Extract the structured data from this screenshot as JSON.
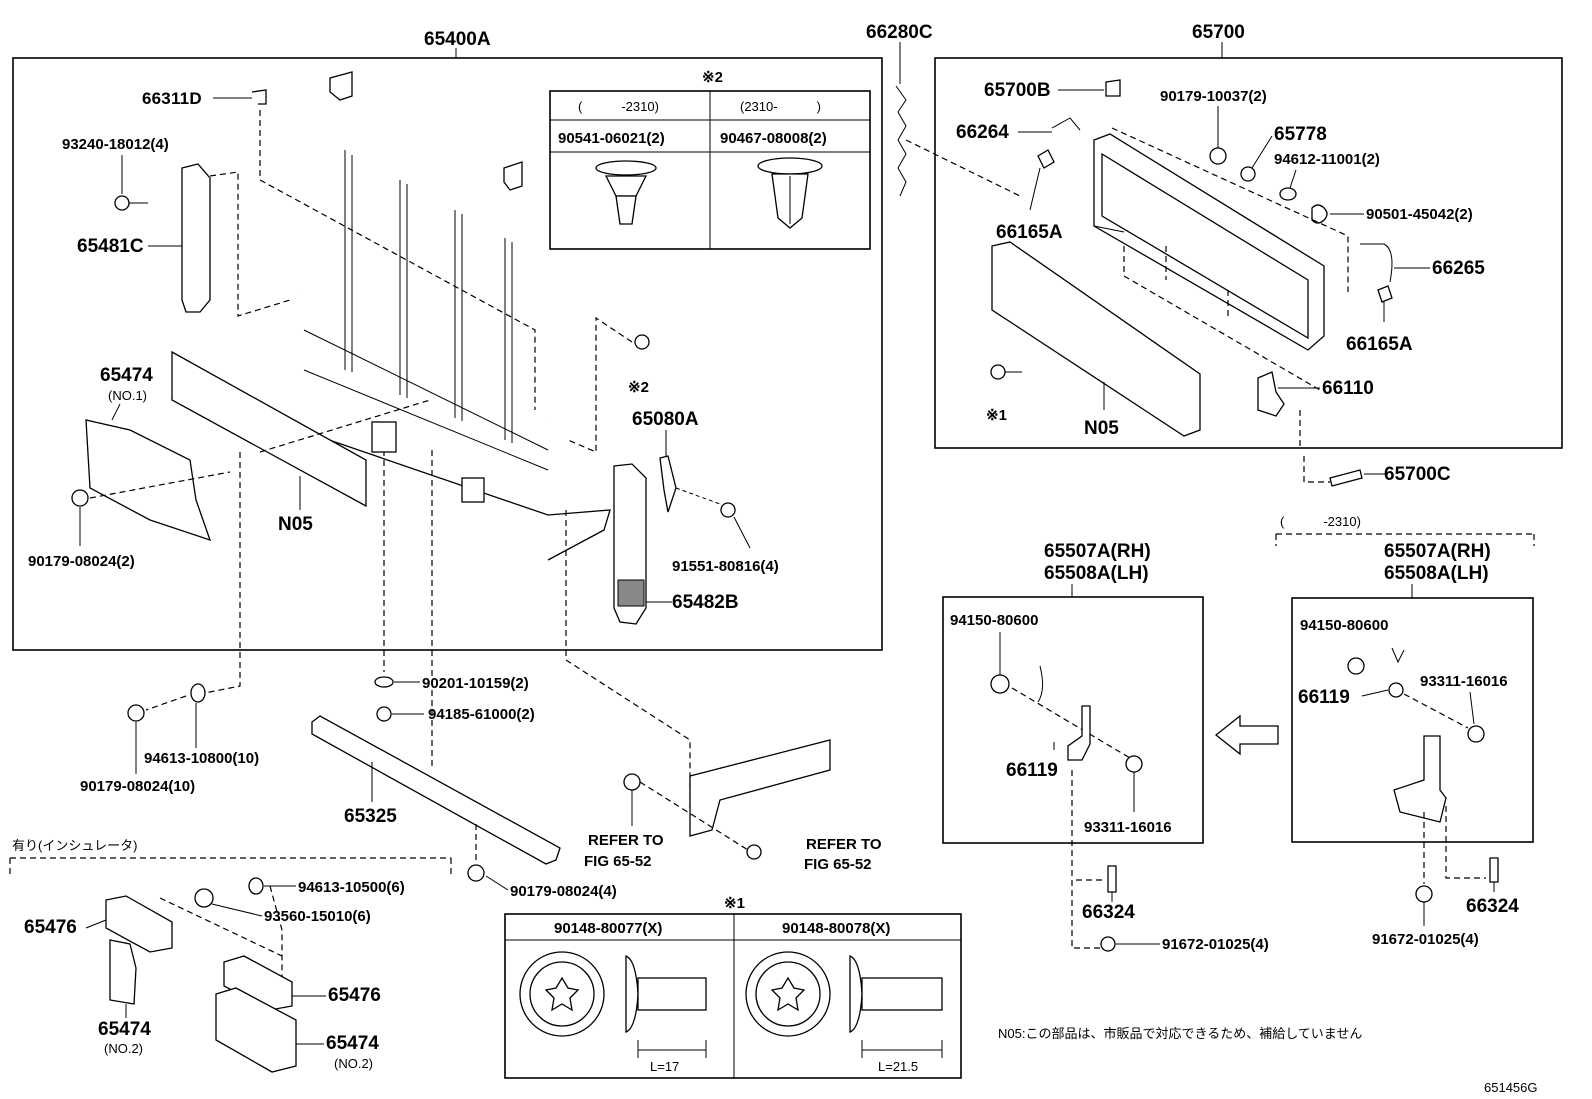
{
  "labels": {
    "main_assembly": "65400A",
    "part_66311D": "66311D",
    "part_93240": "93240-18012(4)",
    "part_65481C": "65481C",
    "part_65474": "65474",
    "part_65474_no1": "(NO.1)",
    "part_90179_2": "90179-08024(2)",
    "part_n05_left": "N05",
    "part_mark2": "※2",
    "part_65080A": "65080A",
    "part_91551": "91551-80816(4)",
    "part_65482B": "65482B",
    "part_90201": "90201-10159(2)",
    "part_94185": "94185-61000(2)",
    "part_94613_10800": "94613-10800(10)",
    "part_90179_10": "90179-08024(10)",
    "part_65325": "65325",
    "part_90179_4": "90179-08024(4)",
    "refer1_line1": "REFER TO",
    "refer1_line2": "FIG 65-52",
    "refer2_line1": "REFER TO",
    "refer2_line2": "FIG 65-52",
    "part_66280C": "66280C",
    "part_65700": "65700",
    "part_65700B": "65700B",
    "part_66264": "66264",
    "part_90179_10037": "90179-10037(2)",
    "part_65778": "65778",
    "part_94612": "94612-11001(2)",
    "part_90501": "90501-45042(2)",
    "part_66265": "66265",
    "part_66165A_1": "66165A",
    "part_66165A_2": "66165A",
    "part_66110": "66110",
    "part_mark1": "※1",
    "part_n05_right": "N05",
    "part_65700C": "65700C",
    "insulator_title": "有り(インシュレータ)",
    "part_65476_a": "65476",
    "part_65476_b": "65476",
    "part_94613_10500": "94613-10500(6)",
    "part_93560": "93560-15010(6)",
    "part_65474_a": "65474",
    "part_65474_a_no2": "(NO.2)",
    "part_65474_b": "65474",
    "part_65474_b_no2": "(NO.2)",
    "hinge_rh": "65507A(RH)",
    "hinge_lh": "65508A(LH)",
    "hinge2_rh": "65507A(RH)",
    "hinge2_lh": "65508A(LH)",
    "hinge2_range": "(　　　-2310)",
    "part_94150_a": "94150-80600",
    "part_94150_b": "94150-80600",
    "part_66119_a": "66119",
    "part_66119_b": "66119",
    "part_93311_a": "93311-16016",
    "part_93311_b": "93311-16016",
    "part_66324_a": "66324",
    "part_66324_b": "66324",
    "part_91672_a": "91672-01025(4)",
    "part_91672_b": "91672-01025(4)",
    "note_n05": "N05:この部品は、市販品で対応できるため、補給していません",
    "figure_code": "651456G"
  },
  "table_clip": {
    "mark": "※2",
    "col1_range": "(　　　-2310)",
    "col2_range": "(2310-　　　)",
    "col1_part": "90541-06021(2)",
    "col2_part": "90467-08008(2)"
  },
  "table_bolt": {
    "mark": "※1",
    "col1_part": "90148-80077(X)",
    "col2_part": "90148-80078(X)",
    "col1_len": "L=17",
    "col2_len": "L=21.5"
  }
}
